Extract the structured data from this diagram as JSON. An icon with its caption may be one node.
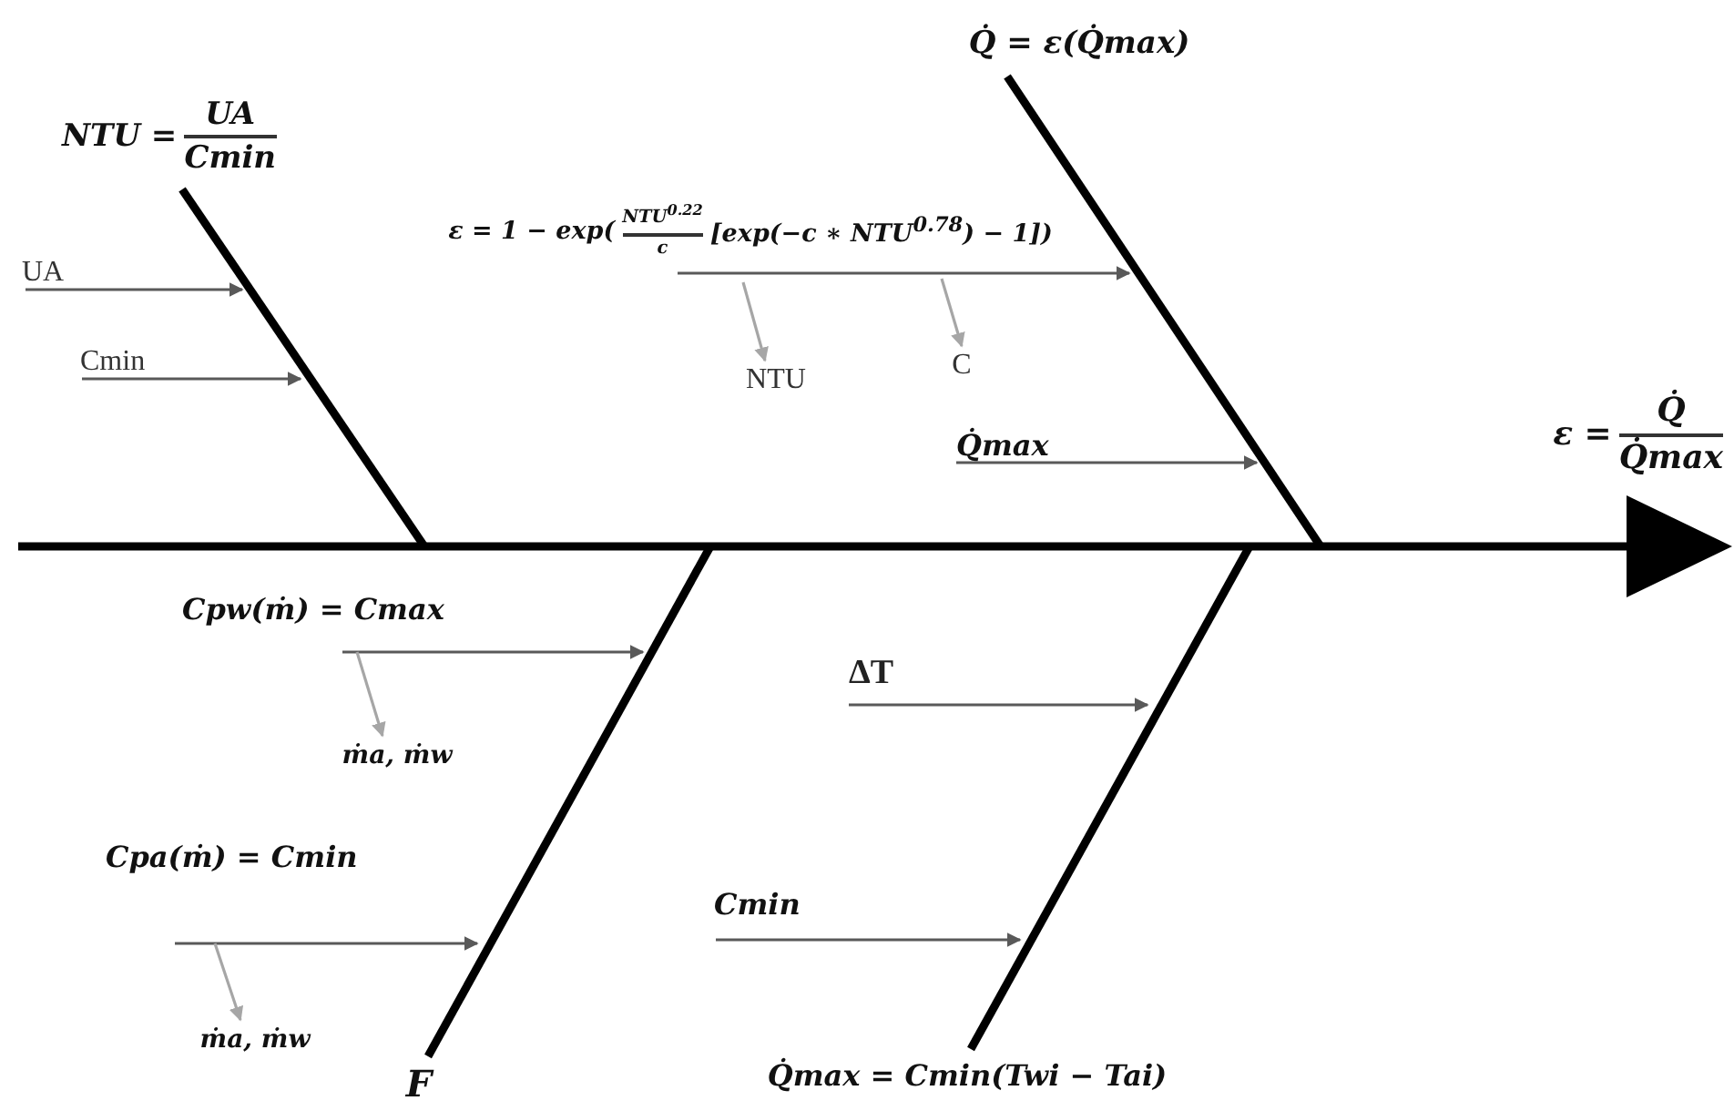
{
  "diagram": {
    "nodes": [
      {
        "text": [
          "NTU =",
          "UA",
          "Cmin"
        ]
      },
      {
        "text": [
          "Q̇ = ε(Q̇max)"
        ]
      },
      {
        "text": [
          "UA"
        ]
      },
      {
        "text": [
          "ε = 1 − exp(",
          "NTU$^{0.22}$",
          "c",
          "[exp(−c ∗ NTU$^{0.78}$) − 1])"
        ]
      },
      {
        "text": [
          "Cmin"
        ]
      },
      {
        "text": [
          "NTU"
        ]
      },
      {
        "text": [
          "C"
        ]
      },
      {
        "text": [
          "Q̇max"
        ]
      },
      {
        "text": [
          "ε =",
          "Q̇",
          "Q̇max"
        ]
      },
      {
        "text": [
          "Cpw(ṁ) = Cmax"
        ]
      },
      {
        "text": [
          "ΔT"
        ]
      },
      {
        "text": [
          "ṁa, ṁw"
        ]
      },
      {
        "text": [
          "Cpa(ṁ) = Cmin"
        ]
      },
      {
        "text": [
          "Cmin"
        ]
      },
      {
        "text": [
          "ṁa, ṁw"
        ]
      },
      {
        "text": [
          "F"
        ]
      },
      {
        "text": [
          "Q̇max = Cmin(Twi − Tai)"
        ]
      }
    ],
    "edges": [
      {
        "from": 0,
        "to": null,
        "arrow": "none",
        "style": "thick",
        "color": "#000000"
      },
      {
        "from": 2,
        "to": null,
        "arrow": "to"
      },
      {
        "from": 4,
        "to": null,
        "arrow": "to"
      },
      {
        "from": 3,
        "to": null,
        "arrow": "to"
      },
      {
        "from": null,
        "to": 5,
        "arrow": "to",
        "color": "#a6a6a6"
      },
      {
        "from": null,
        "to": 6,
        "arrow": "to",
        "color": "#a6a6a6"
      },
      {
        "from": 1,
        "to": null,
        "arrow": "none",
        "style": "thick",
        "color": "#000000"
      },
      {
        "from": 7,
        "to": null,
        "arrow": "to"
      },
      {
        "from": 15,
        "to": null,
        "arrow": "none",
        "style": "thick",
        "color": "#000000"
      },
      {
        "from": 9,
        "to": null,
        "arrow": "to"
      },
      {
        "from": 10,
        "to": null,
        "arrow": "to"
      },
      {
        "from": 9,
        "to": 11,
        "arrow": "to",
        "color": "#a6a6a6"
      },
      {
        "from": 12,
        "to": null,
        "arrow": "to"
      },
      {
        "from": 12,
        "to": 14,
        "arrow": "to",
        "color": "#a6a6a6"
      },
      {
        "from": 16,
        "to": null,
        "arrow": "none",
        "style": "thick",
        "color": "#000000"
      },
      {
        "from": 13,
        "to": null,
        "arrow": "to"
      }
    ]
  }
}
